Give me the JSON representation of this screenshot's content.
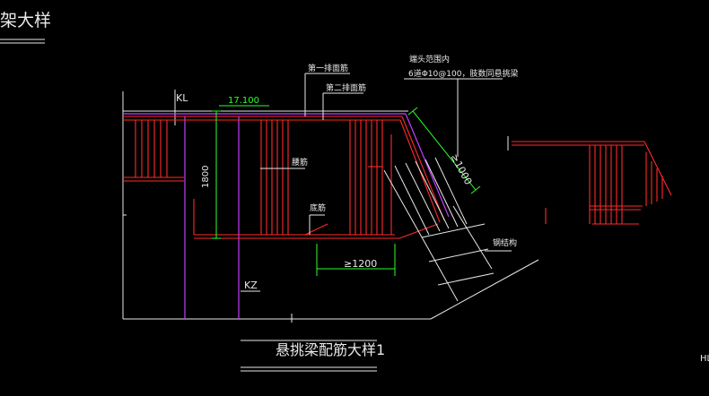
{
  "drawing": {
    "top_left_title": "架大样",
    "main_title": "悬挑梁配筋大样1",
    "edge_label_right": "HL",
    "labels": {
      "kl": "KL",
      "kz": "KZ",
      "elevation": "17.100",
      "row1_top_bar": "第一排面筋",
      "row2_top_bar": "第二排面筋",
      "waist_bar": "腰筋",
      "bottom_bar": "底筋",
      "steel_member": "钢结构",
      "end_zone": "端头范围内",
      "end_stirrup_spec": "6道Φ10@100，肢数同悬挑梁"
    },
    "dimensions": {
      "height": "1800",
      "length": "≥1200",
      "diagonal": "≥1000"
    }
  },
  "colors": {
    "background": "#000000",
    "rebar": "#ff2a2a",
    "dimension": "#2bff2b",
    "column": "#c040ff",
    "outline": "#e8e8e8"
  }
}
